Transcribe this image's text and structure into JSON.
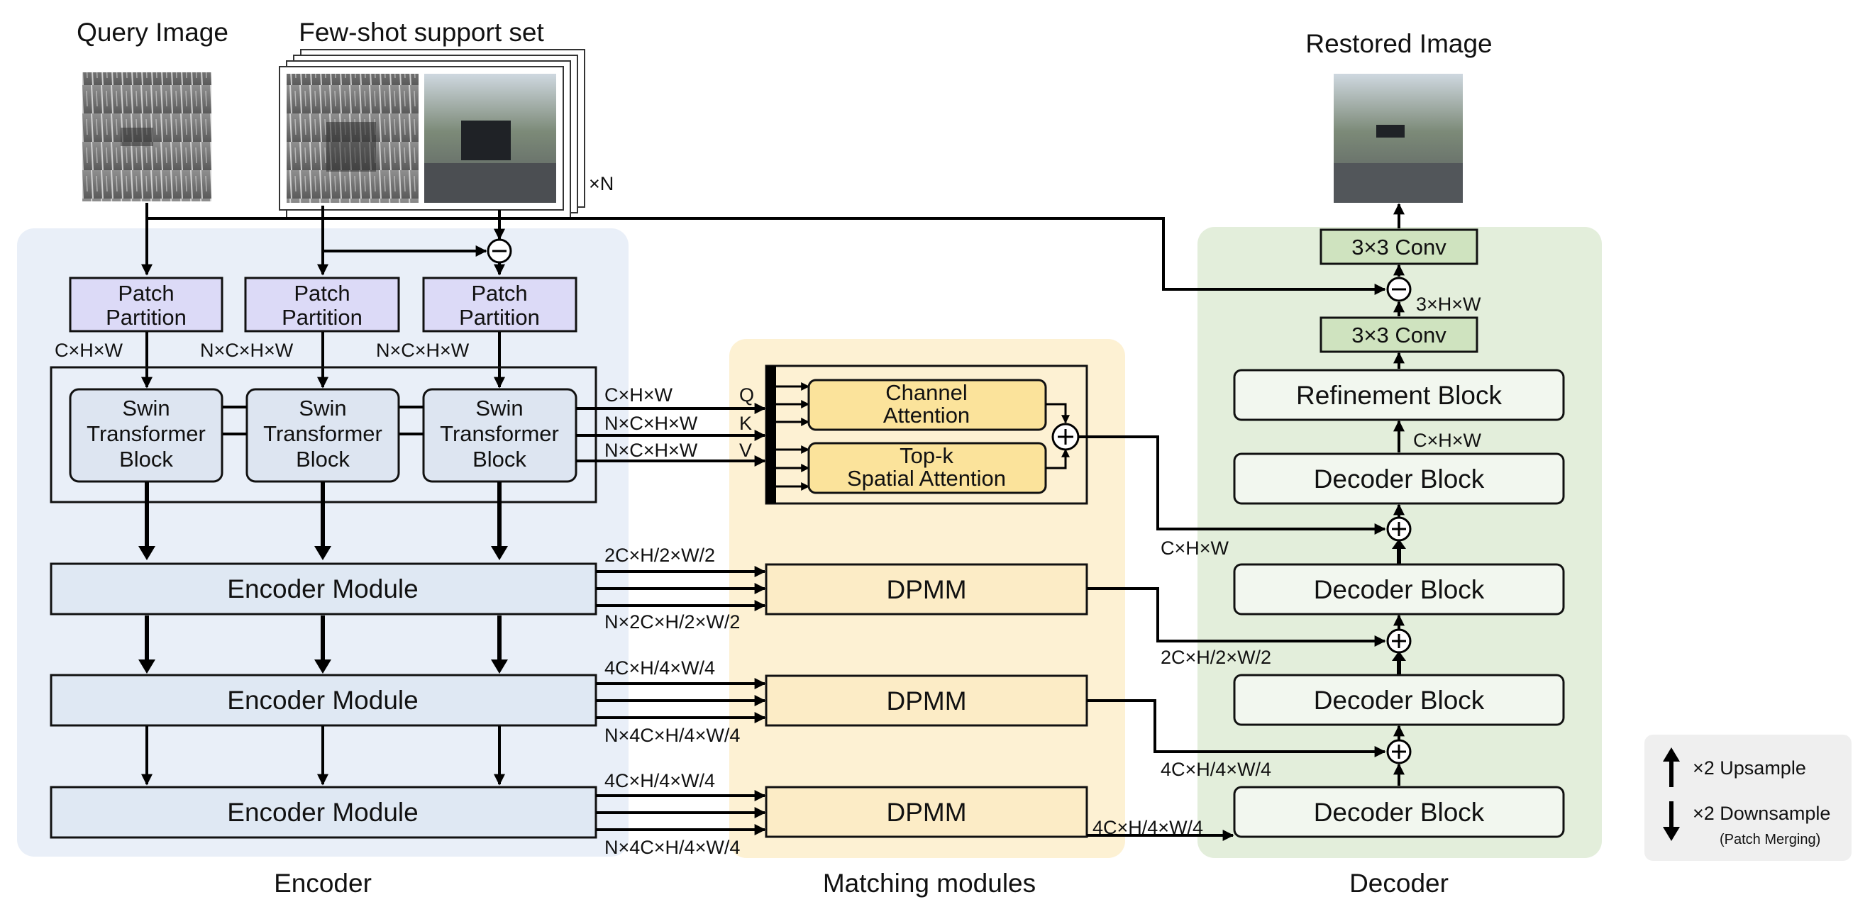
{
  "colors": {
    "encoder_bg": "#e9eff8",
    "matching_bg": "#fdf1d3",
    "decoder_bg": "#e3eedb",
    "patch_partition": "#dcdaf7",
    "swin_block": "#dde5f1",
    "encoder_module": "#dfe8f3",
    "dpmm": "#fcecc6",
    "attention": "#fbe39b",
    "conv": "#cfe3bf",
    "legend_bg": "#efefef"
  },
  "inputs": {
    "query_title": "Query Image",
    "support_title": "Few-shot support set",
    "support_count": "×N",
    "output_title": "Restored Image"
  },
  "encoder": {
    "section_label": "Encoder",
    "patch_partition": [
      "Patch",
      "Partition"
    ],
    "swin_block": [
      "Swin",
      "Transformer",
      "Block"
    ],
    "encoder_module": "Encoder Module",
    "dims_top": [
      "C×H×W",
      "N×C×H×W",
      "N×C×H×W"
    ]
  },
  "matching": {
    "section_label": "Matching modules",
    "channel_attention": [
      "Channel",
      "Attention"
    ],
    "spatial_attention": [
      "Top-k",
      "Spatial Attention"
    ],
    "qkv": [
      "Q",
      "K",
      "V"
    ],
    "qkv_dims": [
      "C×H×W",
      "N×C×H×W",
      "N×C×H×W"
    ],
    "dpmm_label": "DPMM",
    "dpmm_in_dims": [
      [
        "2C×H/2×W/2",
        "N×2C×H/2×W/2"
      ],
      [
        "4C×H/4×W/4",
        "N×4C×H/4×W/4"
      ],
      [
        "4C×H/4×W/4",
        "N×4C×H/4×W/4"
      ]
    ]
  },
  "decoder": {
    "section_label": "Decoder",
    "conv": "3×3 Conv",
    "refinement": "Refinement Block",
    "decoder_block": "Decoder Block",
    "dim_conv": "3×H×W",
    "dim_refine": "C×H×W",
    "skip_dims": [
      "C×H×W",
      "2C×H/2×W/2",
      "4C×H/4×W/4",
      "4C×H/4×W/4"
    ]
  },
  "legend": {
    "upsample": "×2 Upsample",
    "downsample": "×2 Downsample",
    "downsample_note": "(Patch Merging)"
  }
}
